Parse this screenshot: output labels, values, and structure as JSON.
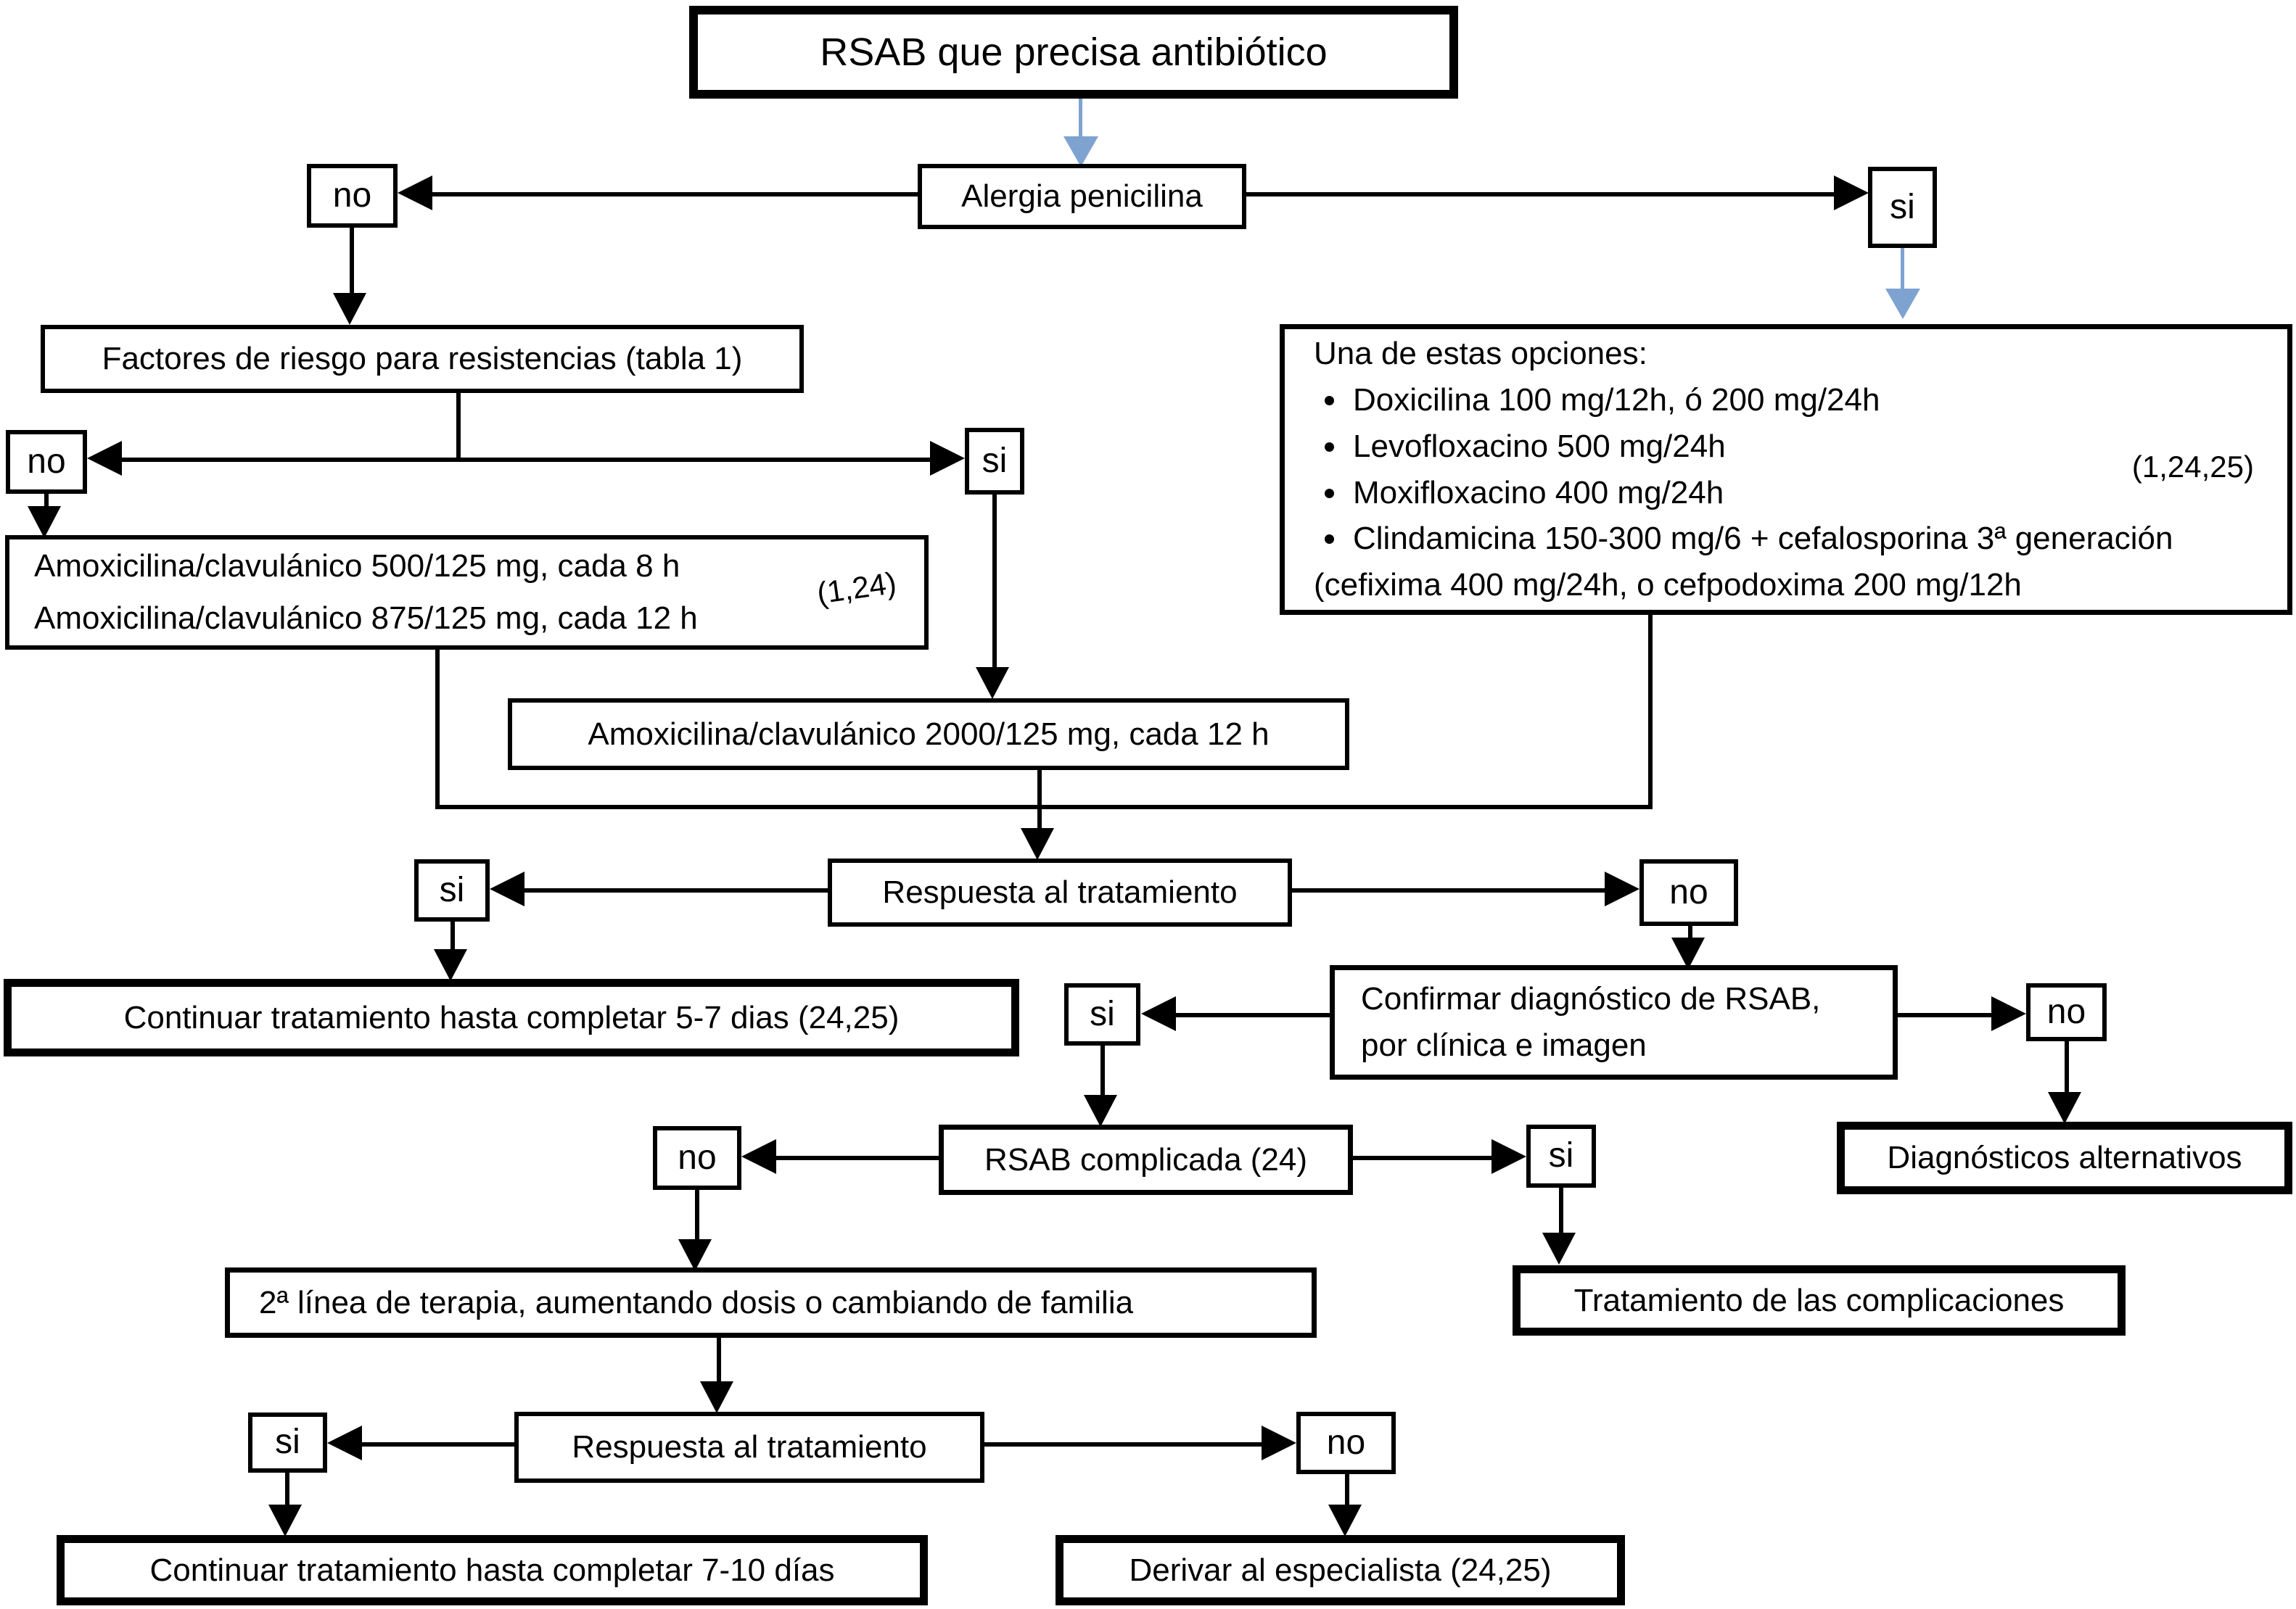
{
  "diagram": {
    "title": "RSAB que precisa antibiótico",
    "colors": {
      "connector": "#000000",
      "accent_arrow": "#7FA3D1",
      "box_background": "#FFFFFF",
      "text": "#000000"
    },
    "nodes": {
      "alergia": "Alergia penicilina",
      "factores": "Factores de riesgo para resistencias (tabla 1)",
      "amox": {
        "line1": "Amoxicilina/clavulánico 500/125 mg, cada 8 h",
        "line2": "Amoxicilina/clavulánico 875/125 mg, cada 12 h",
        "ref": "(1,24)"
      },
      "opciones": {
        "title": "Una de estas opciones:",
        "items": [
          "Doxicilina 100 mg/12h, ó 200 mg/24h",
          "Levofloxacino 500 mg/24h",
          "Moxifloxacino 400 mg/24h",
          "Clindamicina 150-300 mg/6 + cefalosporina 3ª generación"
        ],
        "continuation": "(cefixima 400 mg/24h, o cefpodoxima 200 mg/12h",
        "ref": "(1,24,25)"
      },
      "amox2000": "Amoxicilina/clavulánico 2000/125 mg, cada 12 h",
      "respuesta1": "Respuesta al tratamiento",
      "continuar57": "Continuar tratamiento hasta completar 5-7 dias (24,25)",
      "confirmar": {
        "line1": "Confirmar diagnóstico de RSAB,",
        "line2": "por clínica e imagen"
      },
      "diag_alt": "Diagnósticos alternativos",
      "complicada": "RSAB complicada (24)",
      "segunda": "2ª línea de terapia, aumentando dosis o cambiando de familia",
      "trat_compl": "Tratamiento de las complicaciones",
      "respuesta2": "Respuesta al tratamiento",
      "continuar710": "Continuar tratamiento hasta completar 7-10 días",
      "derivar": "Derivar al especialista (24,25)"
    },
    "decisions": {
      "alergia": {
        "no": "no",
        "si": "si"
      },
      "factores": {
        "no": "no",
        "si": "si"
      },
      "respuesta1": {
        "si": "si",
        "no": "no"
      },
      "confirmar": {
        "si": "si",
        "no": "no"
      },
      "complicada": {
        "no": "no",
        "si": "si"
      },
      "respuesta2": {
        "si": "si",
        "no": "no"
      }
    }
  }
}
